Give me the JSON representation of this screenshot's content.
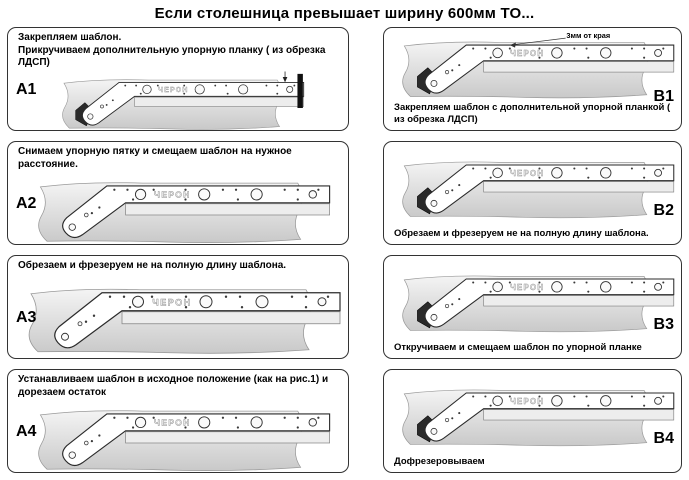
{
  "title": "Если столешница превышает ширину 600мм ТО...",
  "brand": "ЧЕРОН",
  "panels": [
    {
      "label": "А1",
      "caption": "Закрепляем шаблон.\nПрикручиваем дополнительную упорную планку ( из обрезка ЛДСП)",
      "side": "left",
      "caption_pos": "top",
      "fig": {
        "blackbar": true,
        "clamp": true,
        "callout": ""
      }
    },
    {
      "label": "В1",
      "caption": "Закрепляем шаблон с дополнительной упорной планкой ( из обрезка ЛДСП)",
      "side": "right",
      "caption_pos": "bottom",
      "fig": {
        "blackbar": false,
        "clamp": true,
        "callout": "3мм от края"
      }
    },
    {
      "label": "А2",
      "caption": "Снимаем упорную пятку и смещаем шаблон на нужное расстояние.",
      "side": "left",
      "caption_pos": "top",
      "fig": {
        "blackbar": false,
        "clamp": false,
        "callout": ""
      }
    },
    {
      "label": "В2",
      "caption": "Обрезаем и фрезеруем не на полную длину шаблона.",
      "side": "right",
      "caption_pos": "bottom",
      "fig": {
        "blackbar": false,
        "clamp": true,
        "callout": ""
      }
    },
    {
      "label": "А3",
      "caption": "Обрезаем и фрезеруем не на полную длину шаблона.",
      "side": "left",
      "caption_pos": "top",
      "fig": {
        "blackbar": false,
        "clamp": false,
        "callout": ""
      }
    },
    {
      "label": "В3",
      "caption": "Откручиваем и смещаем шаблон по упорной планке",
      "side": "right",
      "caption_pos": "bottom",
      "fig": {
        "blackbar": false,
        "clamp": true,
        "callout": ""
      }
    },
    {
      "label": "А4",
      "caption": "Устанавливаем шаблон в исходное положение (как на рис.1) и дорезаем остаток",
      "side": "left",
      "caption_pos": "top",
      "fig": {
        "blackbar": false,
        "clamp": false,
        "callout": ""
      }
    },
    {
      "label": "В4",
      "caption": "Дофрезеровываем",
      "side": "right",
      "caption_pos": "bottom",
      "fig": {
        "blackbar": false,
        "clamp": true,
        "callout": ""
      }
    }
  ]
}
